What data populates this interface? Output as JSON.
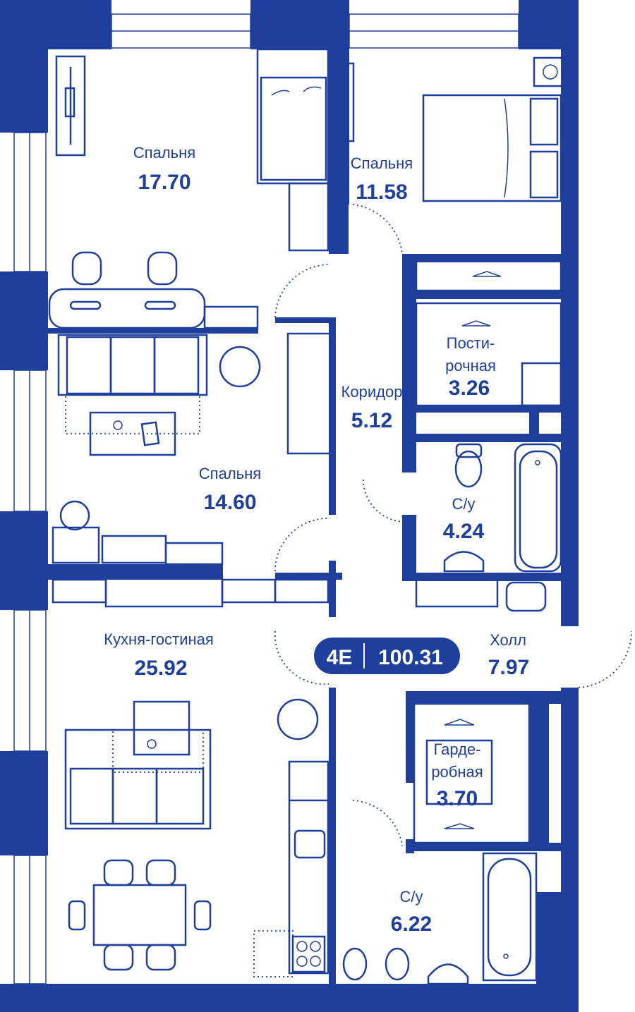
{
  "plan": {
    "badge": {
      "type": "4E",
      "area": "100.31"
    },
    "colors": {
      "primary": "#1f3f9c",
      "background": "#ffffff"
    },
    "rooms": [
      {
        "name": "Спальня",
        "area": "17.70"
      },
      {
        "name": "Спальня",
        "area": "11.58"
      },
      {
        "name": "Спальня",
        "area": "14.60"
      },
      {
        "name": "Коридор",
        "area": "5.12"
      },
      {
        "name_line1": "Пости-",
        "name_line2": "рочная",
        "area": "3.26"
      },
      {
        "name": "С/у",
        "area": "4.24"
      },
      {
        "name": "Кухня-гостиная",
        "area": "25.92"
      },
      {
        "name": "Холл",
        "area": "7.97"
      },
      {
        "name_line1": "Гарде-",
        "name_line2": "робная",
        "area": "3.70"
      },
      {
        "name": "С/у",
        "area": "6.22"
      }
    ]
  }
}
